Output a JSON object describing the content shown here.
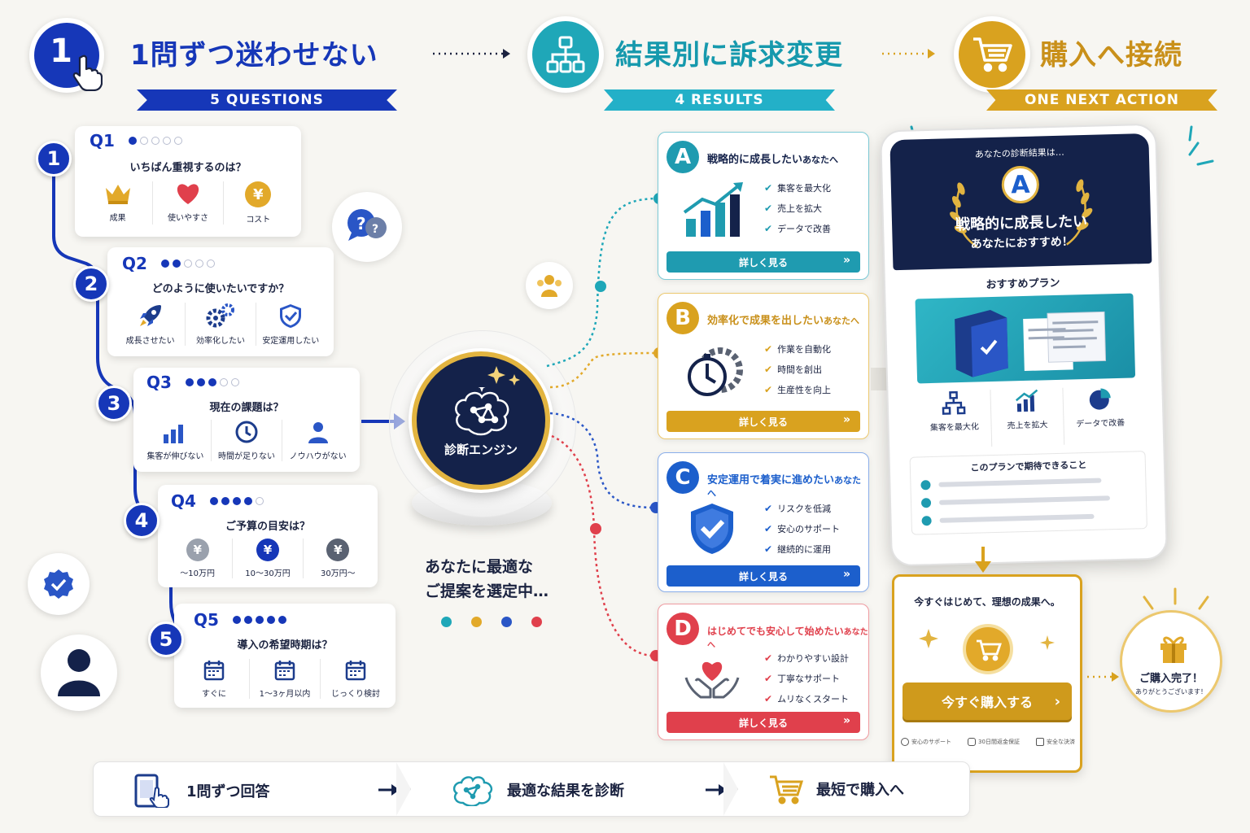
{
  "header": {
    "step1": {
      "badge": "1",
      "title": "1問ずつ迷わせない",
      "ribbon": "5 QUESTIONS"
    },
    "step2": {
      "title": "結果別に訴求変更",
      "ribbon": "4 RESULTS"
    },
    "step3": {
      "title": "購入へ接続",
      "ribbon": "ONE NEXT ACTION"
    }
  },
  "questions": [
    {
      "num": "1",
      "label": "Q1",
      "filled": 1,
      "text": "いちばん重視するのは？",
      "options": [
        {
          "label": "成果",
          "icon": "crown-icon"
        },
        {
          "label": "使いやすさ",
          "icon": "heart-icon"
        },
        {
          "label": "コスト",
          "icon": "yen-coin-icon",
          "glyph": "¥"
        }
      ]
    },
    {
      "num": "2",
      "label": "Q2",
      "filled": 2,
      "text": "どのように使いたいですか？",
      "options": [
        {
          "label": "成長させたい",
          "icon": "rocket-icon"
        },
        {
          "label": "効率化したい",
          "icon": "gears-icon"
        },
        {
          "label": "安定運用したい",
          "icon": "shield-icon"
        }
      ]
    },
    {
      "num": "3",
      "label": "Q3",
      "filled": 3,
      "text": "現在の課題は？",
      "options": [
        {
          "label": "集客が伸びない",
          "icon": "bar-chart-icon"
        },
        {
          "label": "時間が足りない",
          "icon": "clock-icon"
        },
        {
          "label": "ノウハウがない",
          "icon": "person-icon"
        }
      ]
    },
    {
      "num": "4",
      "label": "Q4",
      "filled": 4,
      "text": "ご予算の目安は？",
      "options": [
        {
          "label": "〜10万円",
          "icon": "yen-coin-icon",
          "glyph": "¥"
        },
        {
          "label": "10〜30万円",
          "icon": "yen-coin-icon",
          "glyph": "¥"
        },
        {
          "label": "30万円〜",
          "icon": "yen-coin-icon",
          "glyph": "¥"
        }
      ]
    },
    {
      "num": "5",
      "label": "Q5",
      "filled": 5,
      "text": "導入の希望時期は？",
      "options": [
        {
          "label": "すぐに",
          "icon": "calendar-icon"
        },
        {
          "label": "1〜3ヶ月以内",
          "icon": "calendar-icon"
        },
        {
          "label": "じっくり検討",
          "icon": "calendar-icon"
        }
      ]
    }
  ],
  "engine": {
    "label": "診断エンジン",
    "caption_line1": "あなたに最適な",
    "caption_line2": "ご提案を選定中…"
  },
  "results": [
    {
      "letter": "A",
      "title_strong": "戦略的に成長したい",
      "title_rest": "あなたへ",
      "features": [
        "集客を最大化",
        "売上を拡大",
        "データで改善"
      ],
      "button": "詳しく見る",
      "color": "#1f9bb0",
      "icon": "growth-chart-icon"
    },
    {
      "letter": "B",
      "title_strong": "効率化で成果を出したい",
      "title_rest": "あなたへ",
      "features": [
        "作業を自動化",
        "時間を創出",
        "生産性を向上"
      ],
      "button": "詳しく見る",
      "color": "#d9a21f",
      "icon": "stopwatch-gear-icon"
    },
    {
      "letter": "C",
      "title_strong": "安定運用で着実に進めたい",
      "title_rest": "あなたへ",
      "features": [
        "リスクを低減",
        "安心のサポート",
        "継続的に運用"
      ],
      "button": "詳しく見る",
      "color": "#1c5fcc",
      "icon": "shield-check-icon"
    },
    {
      "letter": "D",
      "title_strong": "はじめてでも安心して始めたい",
      "title_rest": "あなたへ",
      "features": [
        "わかりやすい設計",
        "丁寧なサポート",
        "ムリなくスタート"
      ],
      "button": "詳しく見る",
      "color": "#e0404c",
      "icon": "heart-hands-icon"
    }
  ],
  "phone": {
    "caption": "あなたの診断結果は…",
    "letter": "A",
    "line1_strong": "戦略的に成長したい",
    "line2": "あなたにおすすめ！",
    "plan_label": "おすすめプラン",
    "features": [
      "集客を最大化",
      "売上を拡大",
      "データで改善"
    ],
    "expect_label": "このプランで期待できること"
  },
  "purchase": {
    "headline": "今すぐはじめて、理想の成果へ。",
    "button": "今すぐ購入する",
    "badges": [
      "安心のサポート",
      "30日間返金保証",
      "安全な決済"
    ]
  },
  "complete": {
    "title": "ご購入完了！",
    "sub": "ありがとうございます！"
  },
  "bottom": [
    "1問ずつ回答",
    "最適な結果を診断",
    "最短で購入へ"
  ],
  "colors": {
    "navy": "#14224a",
    "blue": "#1637b8",
    "teal": "#1f9bb0",
    "gold": "#d9a21f",
    "red": "#e0404c"
  }
}
